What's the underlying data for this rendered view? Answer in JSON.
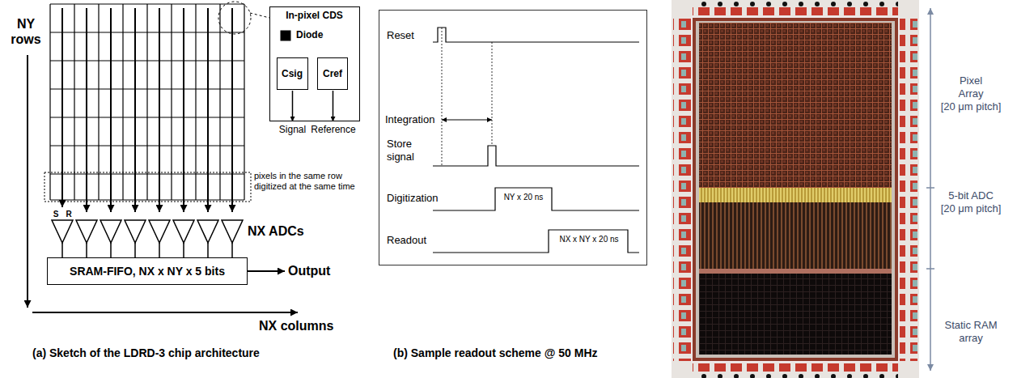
{
  "diagram": {
    "nodes": [
      {
        "text": [
          "In-pixel CDS",
          "Diode"
        ]
      },
      {
        "text": [
          "Csig"
        ],
        "in": 0
      },
      {
        "text": [
          "Cref"
        ],
        "in": 0
      },
      {
        "text": [
          "SRAM-FIFO, NX x NY x 5 bits"
        ]
      },
      {
        "text": [
          "Reset",
          "Integration",
          "Store signal",
          "Digitization",
          "NY x 20 ns",
          "Readout",
          "NX x NY x 20 ns"
        ]
      }
    ],
    "labels": [
      "NY rows",
      "pixels in the same row digitized at the same time",
      "Signal",
      "Reference",
      "S",
      "R",
      "NX ADCs",
      "Output",
      "NX columns",
      "(a) Sketch of the LDRD-3 chip architecture",
      "(b) Sample readout scheme @ 50 MHz",
      "Pixel Array",
      "[20 μm pitch]",
      "5-bit ADC",
      "[20 μm pitch]",
      "Static RAM array"
    ]
  }
}
